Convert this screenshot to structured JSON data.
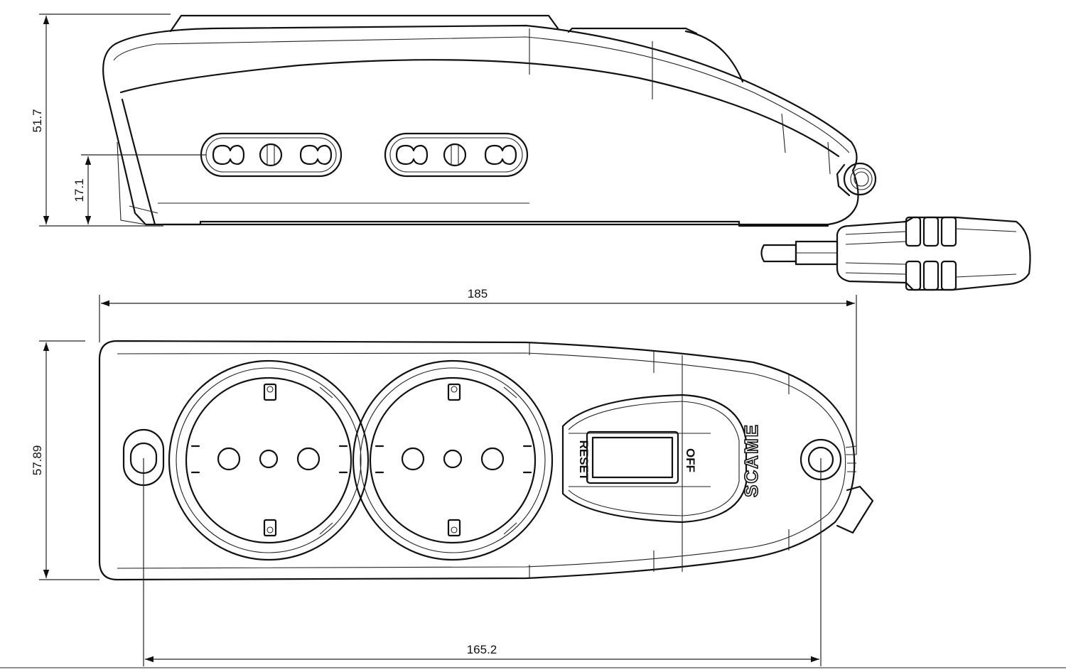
{
  "dimensions": {
    "height_side": "51.7",
    "socket_height": "17.1",
    "total_length": "185",
    "width_top": "57.89",
    "hole_spacing": "165.2"
  },
  "labels": {
    "reset": "RESET",
    "off": "OFF",
    "brand": "SCAME"
  }
}
